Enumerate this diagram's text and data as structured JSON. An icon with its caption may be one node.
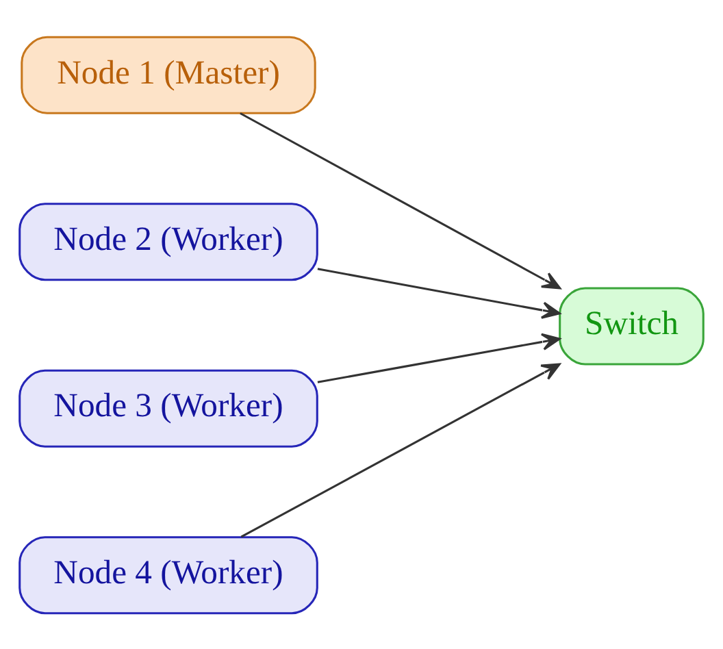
{
  "diagram": {
    "nodes": [
      {
        "text": [
          "Node 1 (Master)"
        ]
      },
      {
        "text": [
          "Node 2 (Worker)"
        ]
      },
      {
        "text": [
          "Node 3 (Worker)"
        ]
      },
      {
        "text": [
          "Node 4 (Worker)"
        ]
      },
      {
        "text": [
          "Switch"
        ]
      }
    ],
    "edges": [
      {
        "from": 0,
        "to": 4,
        "arrow": "to"
      },
      {
        "from": 1,
        "to": 4,
        "arrow": "to"
      },
      {
        "from": 2,
        "to": 4,
        "arrow": "to"
      },
      {
        "from": 3,
        "to": 4,
        "arrow": "to"
      }
    ]
  }
}
